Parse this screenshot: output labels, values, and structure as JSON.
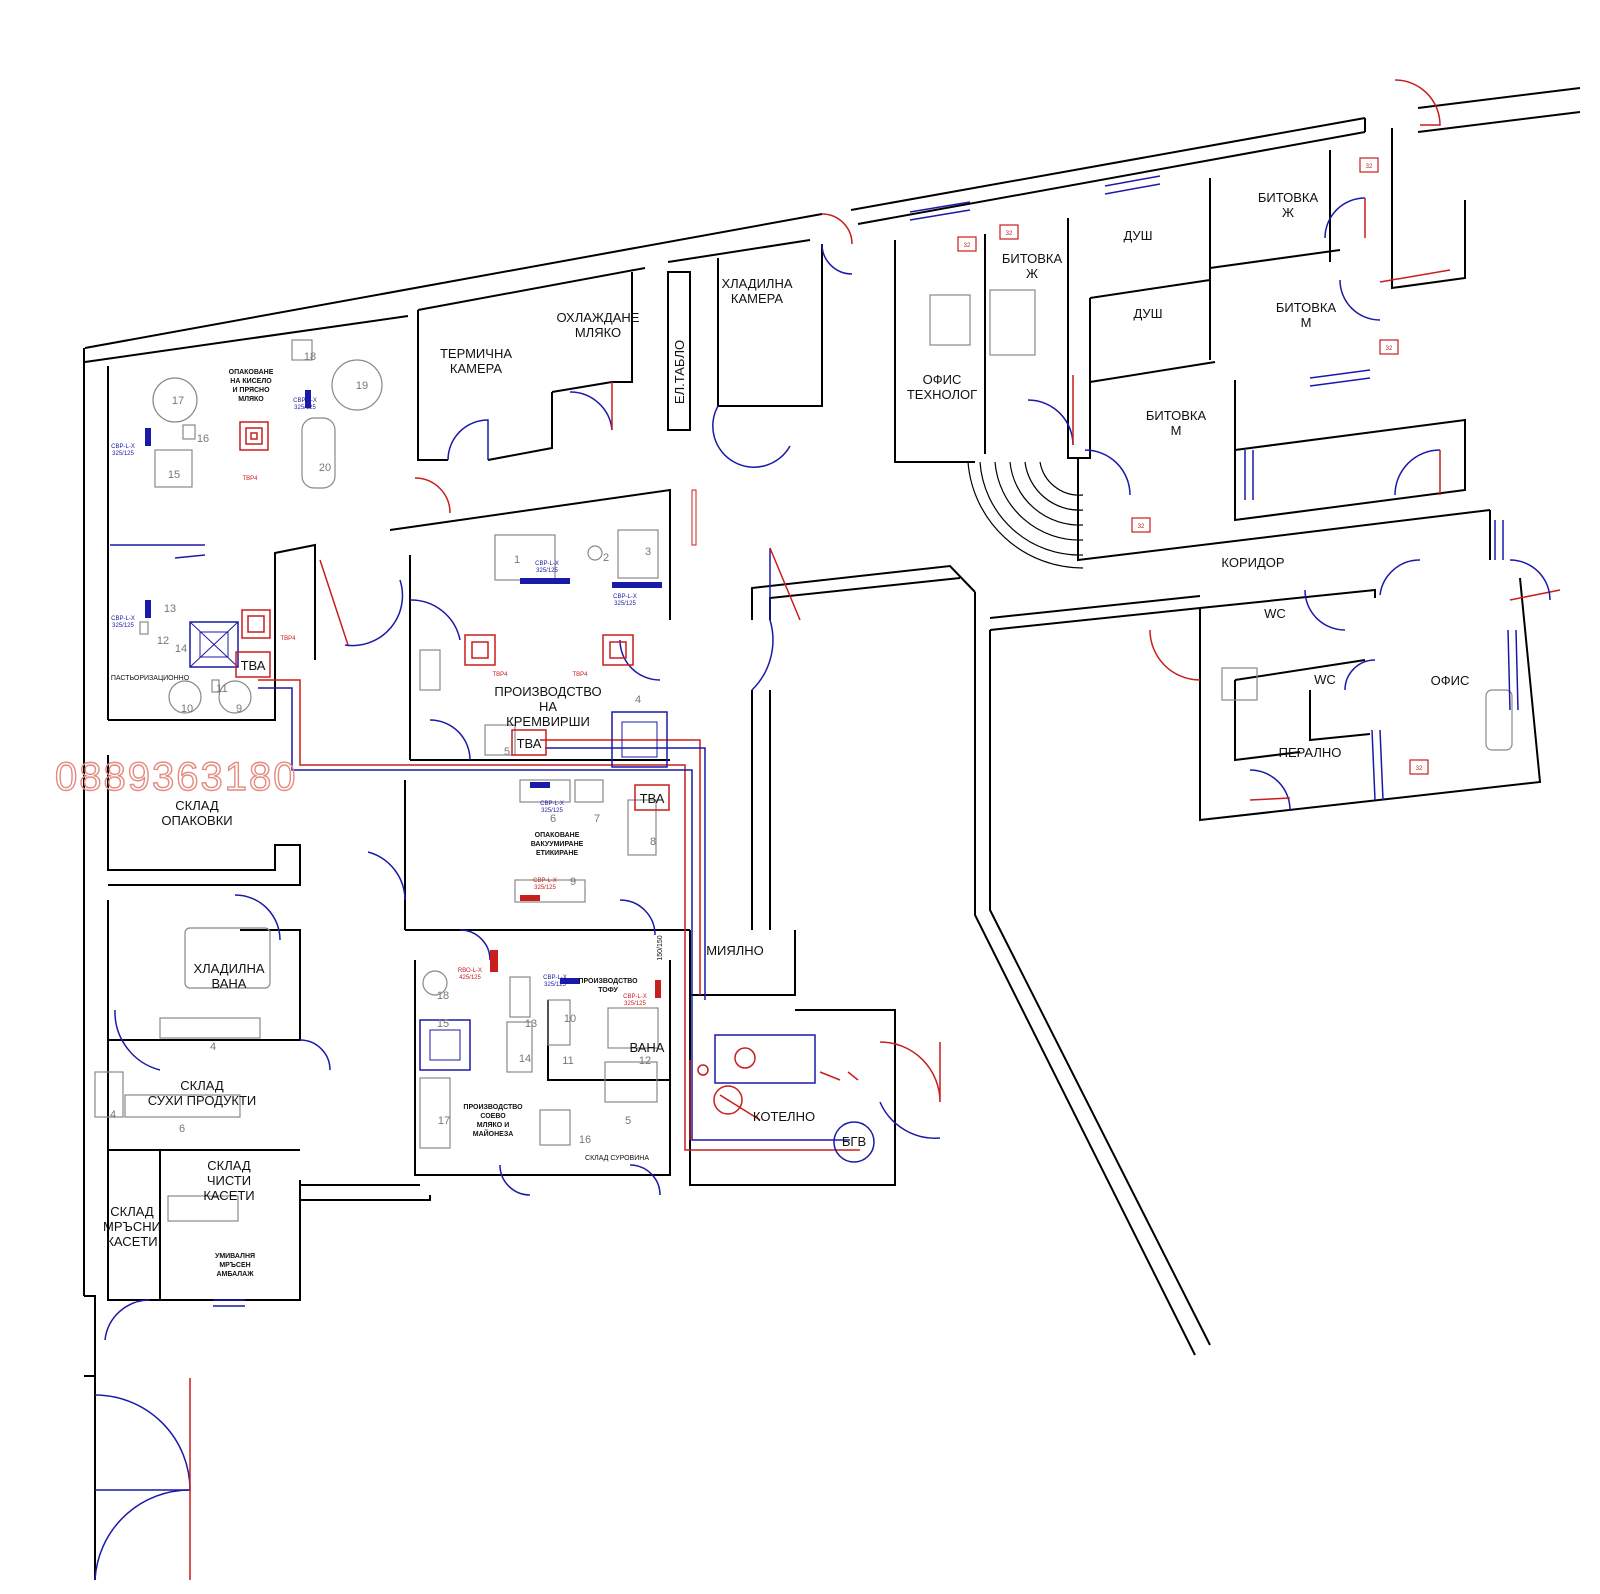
{
  "watermark": "0889363180",
  "colors": {
    "heating_pipe": "#c81e1e",
    "cooling_pipe": "#1a1aa8",
    "walls": "#000000",
    "equipment": "#888888",
    "watermark": "#e48a80"
  },
  "rooms": [
    {
      "id": "termichna",
      "lines": [
        "ТЕРМИЧНА",
        "КАМЕРА"
      ]
    },
    {
      "id": "ohlazhdane",
      "lines": [
        "ОХЛАЖДАНЕ",
        "МЛЯКО"
      ]
    },
    {
      "id": "el-tablo",
      "lines": [
        "ЕЛ.ТАБЛО"
      ]
    },
    {
      "id": "hladilna-kamera",
      "lines": [
        "ХЛАДИЛНА",
        "КАМЕРА"
      ]
    },
    {
      "id": "ofis-tehnolog",
      "lines": [
        "ОФИС",
        "ТЕХНОЛОГ"
      ]
    },
    {
      "id": "bitovka-zh-1",
      "lines": [
        "БИТОВКА",
        "Ж"
      ]
    },
    {
      "id": "dush-1",
      "lines": [
        "ДУШ"
      ]
    },
    {
      "id": "bitovka-zh-2",
      "lines": [
        "БИТОВКА",
        "Ж"
      ]
    },
    {
      "id": "dush-2",
      "lines": [
        "ДУШ"
      ]
    },
    {
      "id": "bitovka-m-1",
      "lines": [
        "БИТОВКА",
        "М"
      ]
    },
    {
      "id": "bitovka-m-2",
      "lines": [
        "БИТОВКА",
        "М"
      ]
    },
    {
      "id": "koridor",
      "lines": [
        "КОРИДОР"
      ]
    },
    {
      "id": "wc-1",
      "lines": [
        "WC"
      ]
    },
    {
      "id": "wc-2",
      "lines": [
        "WC"
      ]
    },
    {
      "id": "ofis",
      "lines": [
        "ОФИС"
      ]
    },
    {
      "id": "peralno",
      "lines": [
        "ПЕРАЛНО"
      ]
    },
    {
      "id": "proizvodstvo-kremvirshi",
      "lines": [
        "ПРОИЗВОДСТВО",
        "НА",
        "КРЕМВИРШИ"
      ]
    },
    {
      "id": "sklad-opakovki",
      "lines": [
        "СКЛАД",
        "ОПАКОВКИ"
      ]
    },
    {
      "id": "hladilna-vana",
      "lines": [
        "ХЛАДИЛНА",
        "ВАНА"
      ]
    },
    {
      "id": "sklad-suhi",
      "lines": [
        "СКЛАД",
        "СУХИ ПРОДУКТИ"
      ]
    },
    {
      "id": "sklad-chisti",
      "lines": [
        "СКЛАД",
        "ЧИСТИ",
        "КАСЕТИ"
      ]
    },
    {
      "id": "sklad-mrasni",
      "lines": [
        "СКЛАД",
        "МРЪСНИ",
        "КАСЕТИ"
      ]
    },
    {
      "id": "mialno",
      "lines": [
        "МИЯЛНО"
      ]
    },
    {
      "id": "kotelno",
      "lines": [
        "КОТЕЛНО"
      ]
    },
    {
      "id": "vana",
      "lines": [
        "ВАНА"
      ]
    }
  ],
  "small_labels": [
    {
      "id": "opakovane-kiselo",
      "lines": [
        "ОПАКОВАНЕ",
        "НА КИСЕЛО",
        "И ПРЯСНО",
        "МЛЯКО"
      ]
    },
    {
      "id": "pasteurization",
      "lines": [
        "ПАСТЬОРИЗАЦИОННО"
      ]
    },
    {
      "id": "opakovane-vakuum",
      "lines": [
        "ОПАКОВАНЕ",
        "ВАКУУМИРАНЕ",
        "ЕТИКИРАНЕ"
      ]
    },
    {
      "id": "proizvodstvo-tofu",
      "lines": [
        "ПРОИЗВОДСТВО",
        "ТОФУ"
      ]
    },
    {
      "id": "proizvodstvo-soevo",
      "lines": [
        "ПРОИЗВОДСТВО",
        "СОЕВО",
        "МЛЯКО И",
        "МАЙОНЕЗА"
      ]
    },
    {
      "id": "sklad-surovina",
      "lines": [
        "СКЛАД СУРОВИНА"
      ]
    },
    {
      "id": "umivalnia",
      "lines": [
        "УМИВАЛНЯ",
        "МРЪСЕН",
        "АМБАЛАЖ"
      ]
    }
  ],
  "units": {
    "tva": "ТВА",
    "bgv": "БГВ",
    "tvr4": "ТВР4",
    "svr_code": "СВР-L-X",
    "svr_size": "325/125",
    "rvo_code": "RВО-L-X",
    "rvo_size": "425/125",
    "duct": "150/150",
    "radiator_code": "32"
  },
  "equipment_numbers": [
    "17",
    "18",
    "19",
    "16",
    "15",
    "20",
    "13",
    "12",
    "14",
    "11",
    "10",
    "9",
    "1",
    "2",
    "3",
    "4",
    "5",
    "6",
    "7",
    "8",
    "9",
    "18",
    "15",
    "13",
    "10",
    "14",
    "11",
    "12",
    "17",
    "16",
    "5",
    "4",
    "4",
    "6"
  ]
}
